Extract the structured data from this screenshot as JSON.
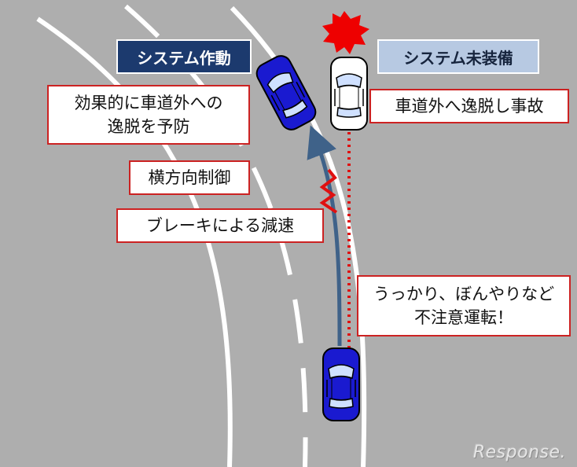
{
  "labels": {
    "system_active": "システム作動",
    "system_not_equipped": "システム未装備",
    "prevent_departure": [
      "効果的に車道外への",
      "逸脱を予防"
    ],
    "departure_accident": "車道外へ逸脱し事故",
    "lateral_control": "横方向制御",
    "brake_decel": "ブレーキによる減速",
    "inattention": [
      "うっかり、ぼんやりなど",
      "不注意運転！"
    ]
  },
  "watermark": "Response.",
  "colors": {
    "road": "#aeaeae",
    "lane_line": "#ffffff",
    "car_active": "#1a1ad0",
    "car_unequipped": "#ffffff",
    "trajectory_arrow": "#3f6289",
    "deviation_path": "#e01010",
    "impact_star": "#ee0000",
    "box_border": "#cc2222",
    "header_dark": "#1c3a6e",
    "header_light": "#b7c9e2"
  },
  "icons": {
    "impact": "red-star-burst-icon",
    "vibration": "red-zigzag-icon",
    "cars": "car-top-view-icon"
  }
}
